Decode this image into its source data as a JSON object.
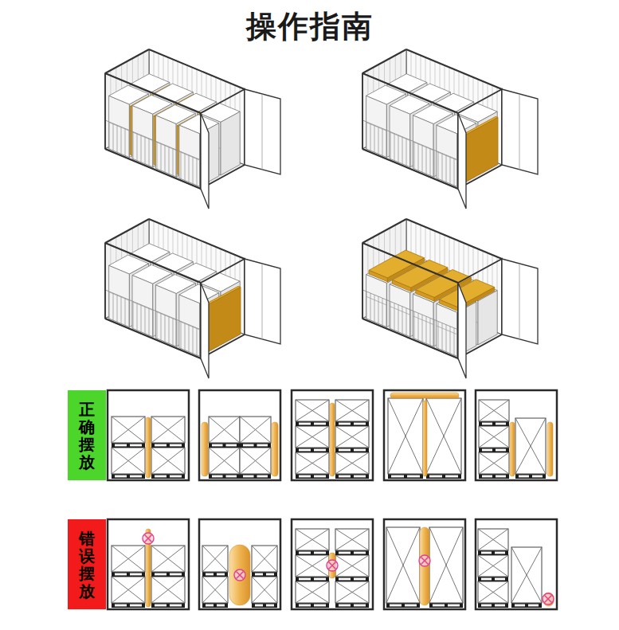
{
  "diagram": {
    "title": "操作指南",
    "nodes": [
      {
        "text": [
          "正确摆放"
        ]
      },
      {
        "text": [
          "错误摆放"
        ]
      }
    ]
  }
}
